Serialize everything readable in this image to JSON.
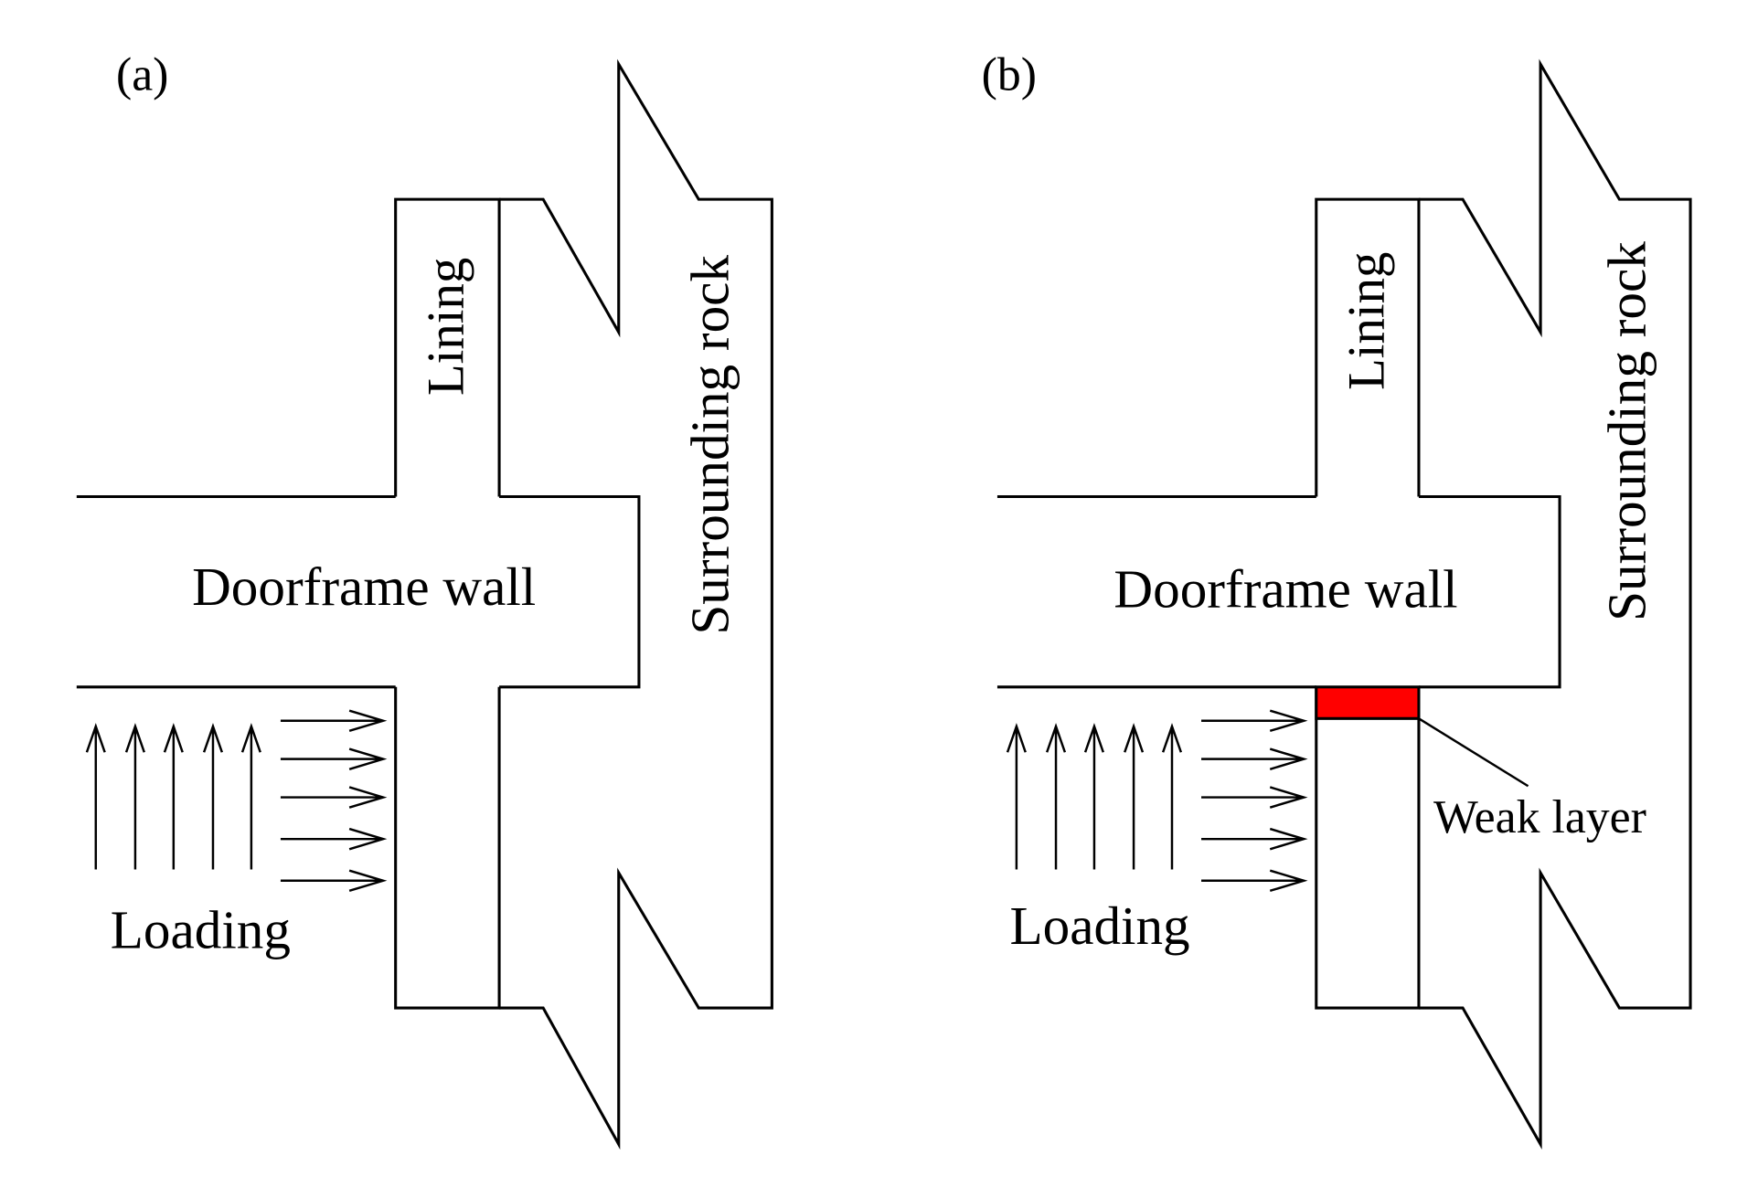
{
  "panels": [
    {
      "id": "a",
      "tag": "(a)",
      "lining": "Lining",
      "rock": "Surrounding rock",
      "wall": "Doorframe wall",
      "loading": "Loading"
    },
    {
      "id": "b",
      "tag": "(b)",
      "lining": "Lining",
      "rock": "Surrounding rock",
      "wall": "Doorframe wall",
      "loading": "Loading",
      "weak": "Weak layer"
    }
  ],
  "colors": {
    "weak_layer": "#ff0000",
    "line": "#000000"
  }
}
